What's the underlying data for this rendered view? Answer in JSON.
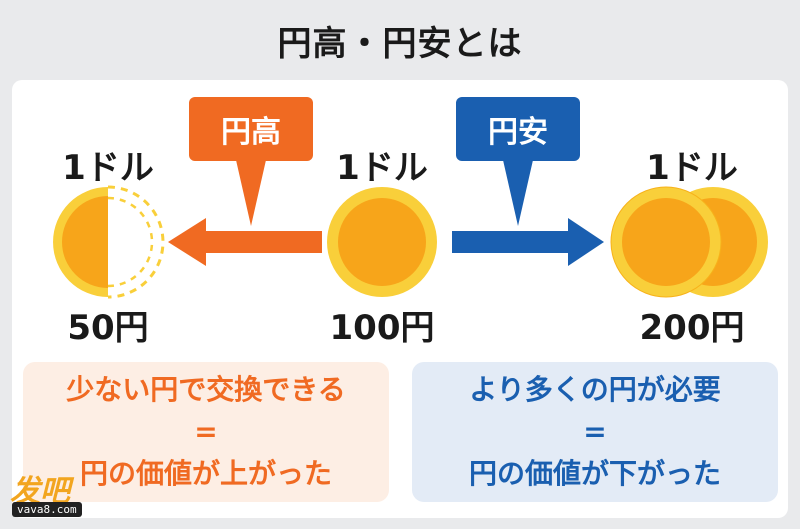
{
  "title": "円高・円安とは",
  "labels": {
    "strong": "円高",
    "weak": "円安"
  },
  "dollar_text": "1ドル",
  "yen_amounts": {
    "left": "50円",
    "center": "100円",
    "right": "200円"
  },
  "notes": {
    "strong": {
      "line1": "少ない円で交換できる",
      "eq": "=",
      "line2": "円の価値が上がった"
    },
    "weak": {
      "line1": "より多くの円が必要",
      "eq": "=",
      "line2": "円の価値が下がった"
    }
  },
  "watermark": {
    "mark": "发吧",
    "url": "vava8.com"
  },
  "colors": {
    "orange": "#f06a22",
    "blue": "#1a5fb0",
    "coin": "#f7b21a",
    "coin_rim": "#f9cf3a"
  }
}
